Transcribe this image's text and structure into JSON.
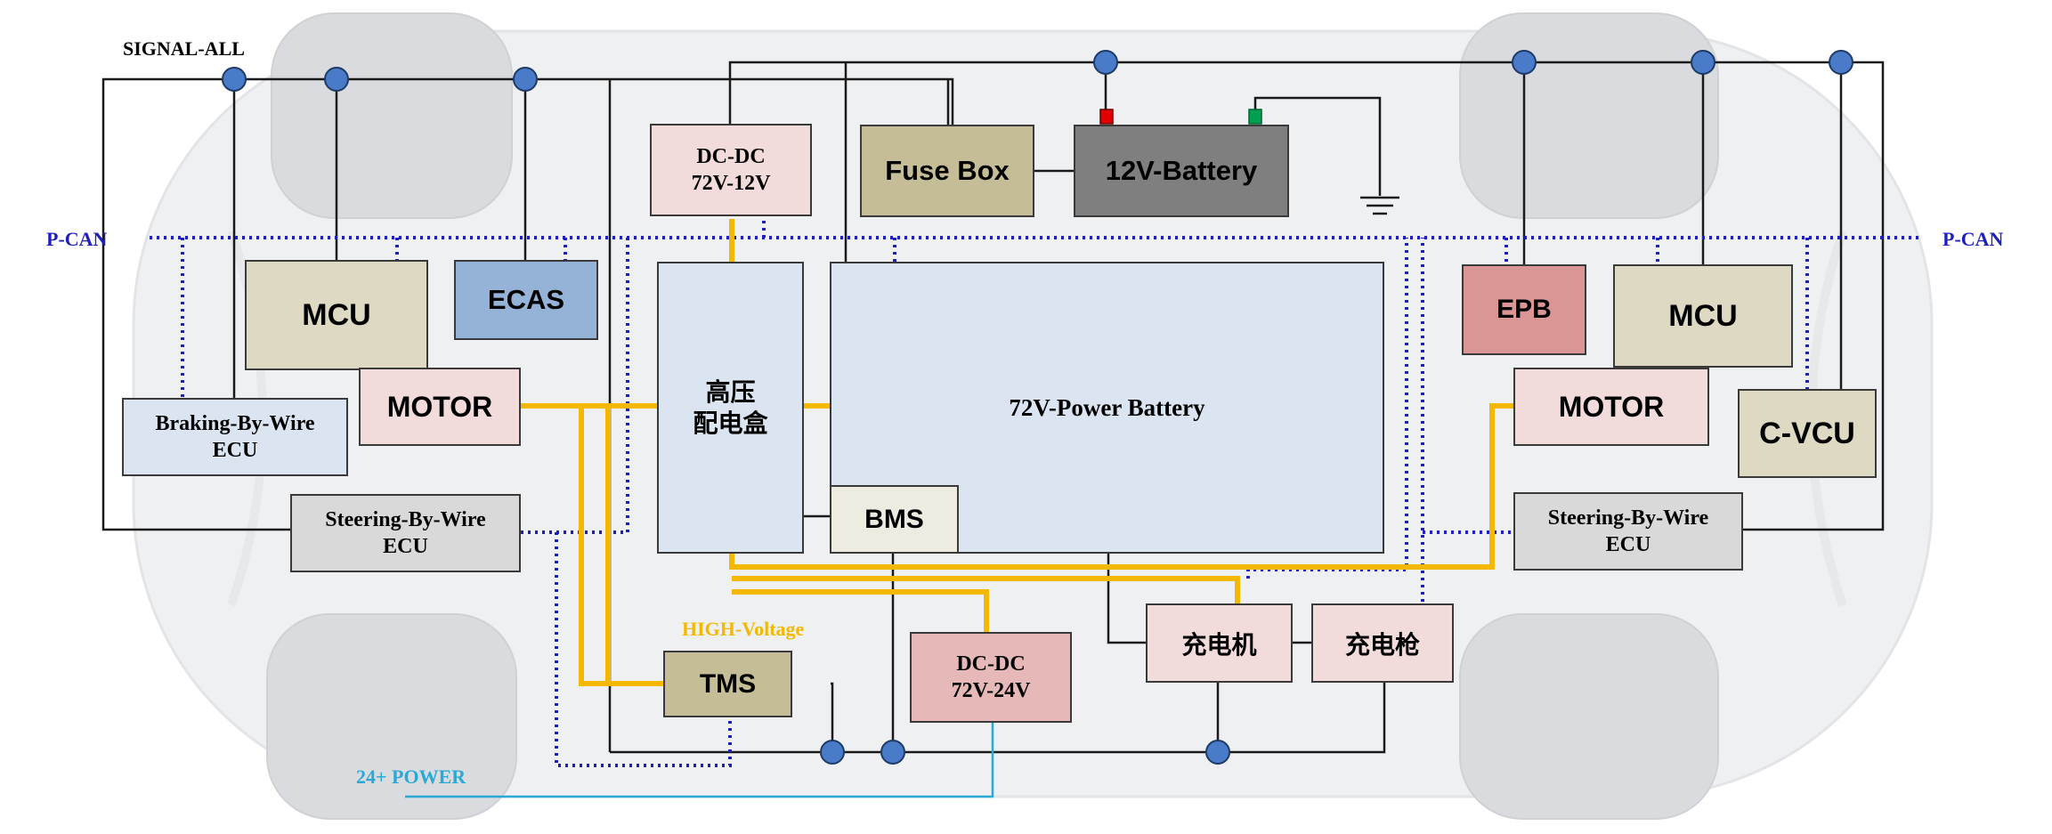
{
  "colors": {
    "signal_line": "#1a1a1a",
    "pcan_line": "#1f1fbf",
    "high_voltage_line": "#f5b800",
    "power_24v_line": "#29a9d6",
    "node_fill": "#4a7bc8",
    "box_pink": "#f2dcdb",
    "box_tan": "#c4bd97",
    "box_gray_dark": "#7f7f7f",
    "box_blue_light": "#dbe5f1",
    "box_blue_mid": "#95b3d7",
    "box_khaki": "#ddd9c3",
    "box_gray": "#d9d9d9",
    "box_red": "#d99694",
    "box_cream": "#eeece1",
    "box_rose": "#e6b9b8",
    "terminal_red": "#e00000",
    "terminal_green": "#00a050"
  },
  "labels": {
    "signal_all": "SIGNAL-ALL",
    "pcan_left": "P-CAN",
    "pcan_right": "P-CAN",
    "high_voltage": "HIGH-Voltage",
    "power_24": "24+ POWER"
  },
  "components": {
    "dcdc_12": {
      "line1": "DC-DC",
      "line2": "72V-12V"
    },
    "fuse_box": "Fuse Box",
    "battery_12v": "12V-Battery",
    "mcu_left": "MCU",
    "ecas": "ECAS",
    "motor_left": "MOTOR",
    "braking_ecu": {
      "line1": "Braking-By-Wire",
      "line2": "ECU"
    },
    "steering_ecu_left": {
      "line1": "Steering-By-Wire",
      "line2": "ECU"
    },
    "hv_box": {
      "line1": "高压",
      "line2": "配电盒"
    },
    "power_battery": "72V-Power Battery",
    "bms": "BMS",
    "epb": "EPB",
    "mcu_right": "MCU",
    "motor_right": "MOTOR",
    "cvcu": "C-VCU",
    "steering_ecu_right": {
      "line1": "Steering-By-Wire",
      "line2": "ECU"
    },
    "charger": "充电机",
    "charge_gun": "充电枪",
    "tms": "TMS",
    "dcdc_24": {
      "line1": "DC-DC",
      "line2": "72V-24V"
    }
  }
}
